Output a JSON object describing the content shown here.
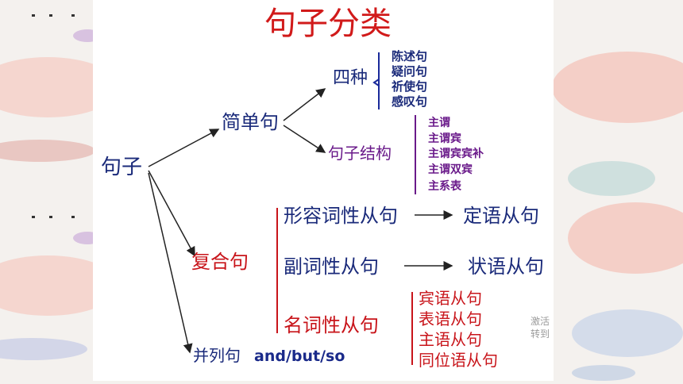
{
  "title": "句子分类",
  "root": "句子",
  "simple": {
    "label": "简单句",
    "four_types": {
      "label": "四种",
      "items": [
        "陈述句",
        "疑问句",
        "祈使句",
        "感叹句"
      ]
    },
    "structure": {
      "label": "句子结构",
      "items": [
        "主谓",
        "主谓宾",
        "主谓宾宾补",
        "主谓双宾",
        "主系表"
      ]
    }
  },
  "complex": {
    "label": "复合句",
    "clauses": [
      {
        "name": "形容词性从句",
        "result": "定语从句"
      },
      {
        "name": "副词性从句",
        "result": "状语从句"
      },
      {
        "name": "名词性从句",
        "items": [
          "宾语从句",
          "表语从句",
          "主语从句",
          "同位语从句"
        ]
      }
    ]
  },
  "compound": {
    "label": "并列句",
    "words": "and/but/so"
  },
  "watermark": {
    "line1": "激活",
    "line2": "转到"
  },
  "colors": {
    "title": "#d11a1a",
    "dark": "#1a2a7a",
    "purple": "#6a1a8a",
    "red": "#c8141a"
  }
}
